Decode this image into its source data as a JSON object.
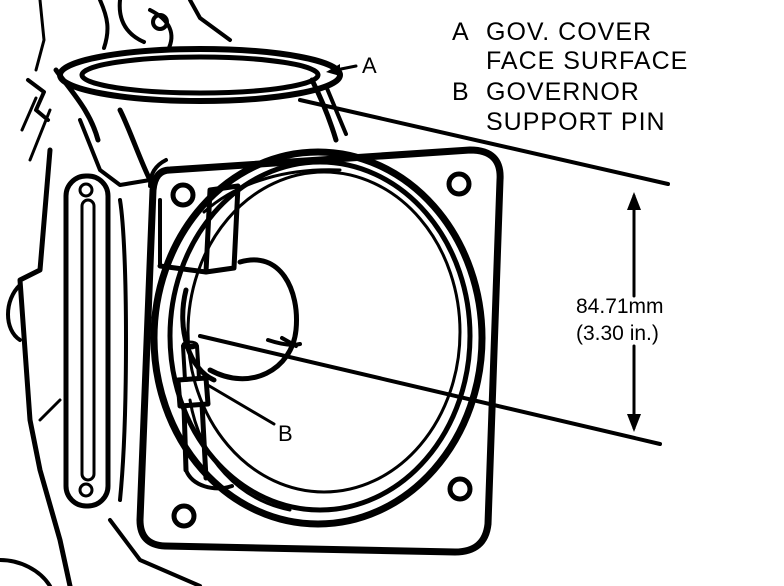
{
  "legend": {
    "a_key": "A",
    "a_line1": "GOV. COVER",
    "a_line2": "FACE SURFACE",
    "b_key": "B",
    "b_line1": "GOVERNOR",
    "b_line2": "SUPPORT PIN"
  },
  "callouts": {
    "a": "A",
    "b": "B"
  },
  "dimension": {
    "metric": "84.71mm",
    "imperial": "(3.30 in.)"
  }
}
